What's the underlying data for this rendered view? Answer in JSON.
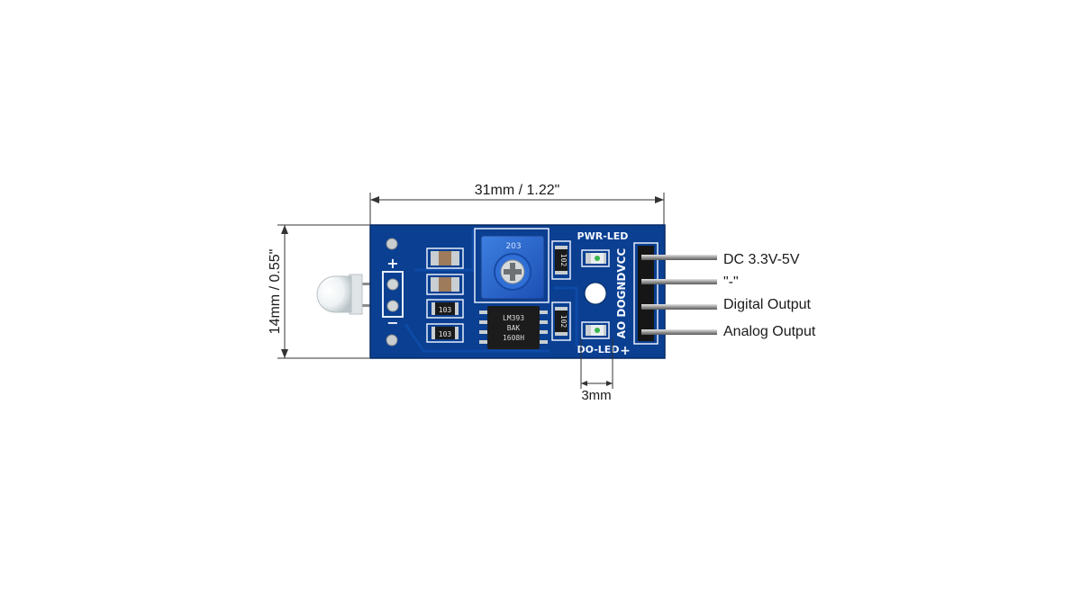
{
  "dimensions": {
    "width_label": "31mm / 1.22\"",
    "height_label": "14mm / 0.55\"",
    "led_spacing_label": "3mm"
  },
  "board": {
    "color": "#0a3f91",
    "pwr_led_label": "PWR-LED",
    "do_led_label": "DO-LED",
    "plus_label": "+",
    "minus_label": "−",
    "pin_labels": "AO DOGNDVCC",
    "resistor_top_left": "103",
    "resistor_mid_left": "103",
    "resistor_top_right": "102",
    "resistor_mid_right": "102",
    "chip_text_line1": "LM393",
    "chip_text_line2": "BAK",
    "chip_text_line3": "1608H",
    "pot_label": "203"
  },
  "pins": [
    {
      "label": "DC 3.3V-5V"
    },
    {
      "label": "\"-\""
    },
    {
      "label": "Digital Output"
    },
    {
      "label": "Analog Output"
    }
  ]
}
